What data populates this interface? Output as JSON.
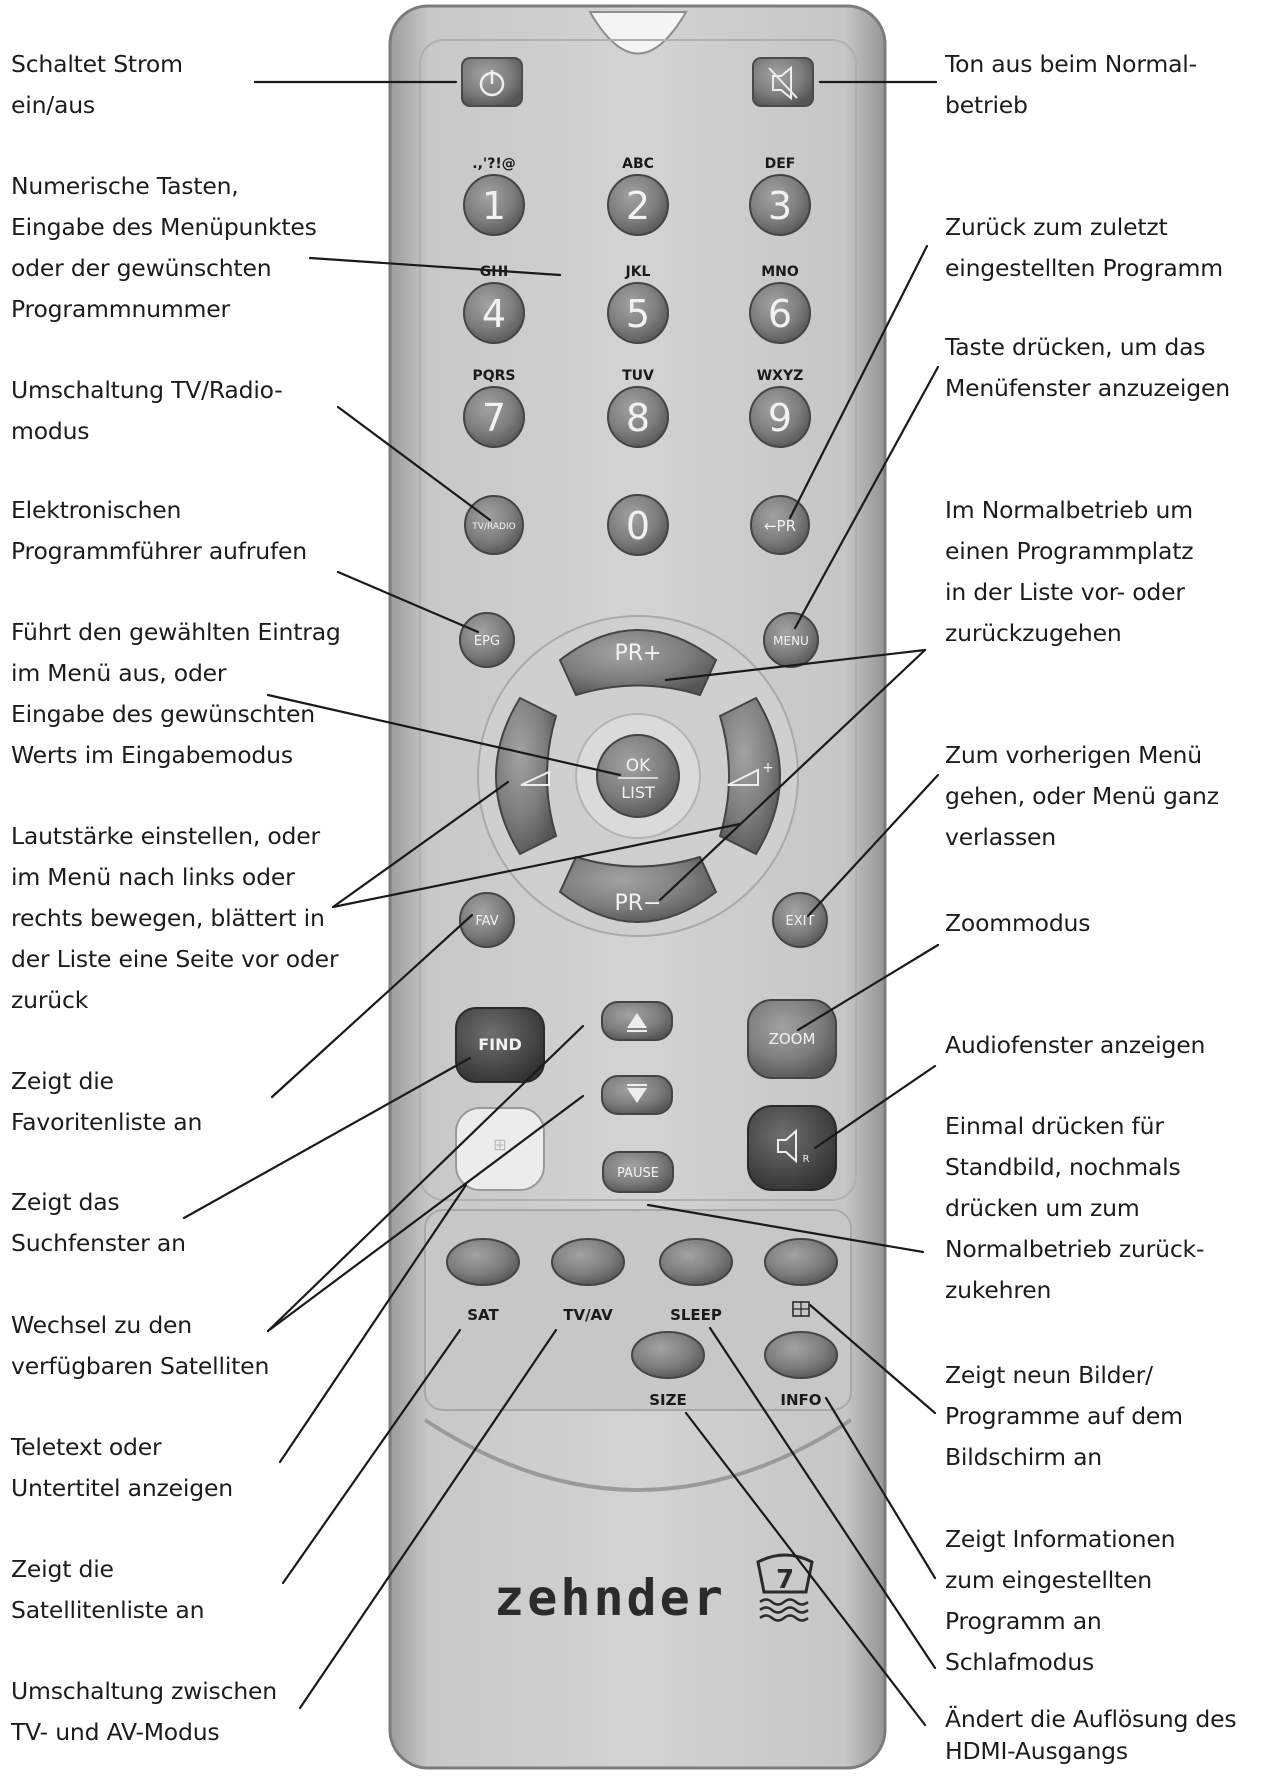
{
  "callouts_right": [
    {
      "id": "mute",
      "text": "Ton aus beim Normal-\nbetrieb"
    },
    {
      "id": "recall",
      "text": "Zurück zum zuletzt\neingestellten Programm"
    },
    {
      "id": "menu",
      "text": "Taste drücken, um das\nMenüfenster anzuzeigen"
    },
    {
      "id": "pr",
      "text": "Im Normalbetrieb um\neinen Programmplatz\nin der Liste vor- oder\nzurückzugehen"
    },
    {
      "id": "exit",
      "text": "Zum vorherigen Menü\ngehen, oder Menü ganz\nverlassen"
    },
    {
      "id": "zoom",
      "text": "Zoommodus"
    },
    {
      "id": "audio",
      "text": "Audiofenster anzeigen"
    },
    {
      "id": "pause",
      "text": "Einmal drücken für\nStandbild, nochmals\ndrücken um zum\nNormalbetrieb zurück-\nzukehren"
    },
    {
      "id": "ninepic",
      "text": "Zeigt neun Bilder/\nProgramme auf dem\nBildschirm an"
    },
    {
      "id": "info",
      "text": "Zeigt Informationen\nzum eingestellten\nProgramm an"
    },
    {
      "id": "sleep",
      "text": "Schlafmodus"
    },
    {
      "id": "size",
      "text": "Ändert die Auflösung des\nHDMI-Ausgangs"
    }
  ],
  "callouts_left": [
    {
      "id": "power",
      "text": "Schaltet Strom\nein/aus"
    },
    {
      "id": "numeric",
      "text": "Numerische Tasten,\nEingabe des Menüpunktes\noder der gewünschten\nProgrammnummer"
    },
    {
      "id": "tvradio",
      "text": "Umschaltung TV/Radio-\nmodus"
    },
    {
      "id": "epg",
      "text": "Elektronischen\nProgrammführer aufrufen"
    },
    {
      "id": "ok",
      "text": "Führt den gewählten Eintrag\nim Menü aus, oder\nEingabe des gewünschten\nWerts im Eingabemodus"
    },
    {
      "id": "volume",
      "text": "Lautstärke einstellen, oder\nim Menü nach links oder\nrechts bewegen, blättert in\nder Liste eine Seite vor oder\nzurück"
    },
    {
      "id": "fav",
      "text": "Zeigt die\nFavoritenliste an"
    },
    {
      "id": "find",
      "text": "Zeigt das\nSuchfenster an"
    },
    {
      "id": "satswitch",
      "text": "Wechsel zu den\nverfügbaren Satelliten"
    },
    {
      "id": "teletext",
      "text": "Teletext oder\nUntertitel anzeigen"
    },
    {
      "id": "satlist",
      "text": "Zeigt die\nSatellitenliste an"
    },
    {
      "id": "tvav",
      "text": "Umschaltung zwischen\nTV- und AV-Modus"
    }
  ],
  "remote": {
    "keypad_letters": [
      ".,'?!@",
      "ABC",
      "DEF",
      "GHI",
      "JKL",
      "MNO",
      "PQRS",
      "TUV",
      "WXYZ"
    ],
    "digits": [
      "1",
      "2",
      "3",
      "4",
      "5",
      "6",
      "7",
      "8",
      "9",
      "0"
    ],
    "button_labels": {
      "tvradio": "TV/RADIO",
      "recall": "←PR",
      "epg": "EPG",
      "menu": "MENU",
      "pr_up": "PR+",
      "pr_down": "PR−",
      "ok_top": "OK",
      "ok_bottom": "LIST",
      "fav": "FAV",
      "exit": "EXIT",
      "find": "FIND",
      "zoom": "ZOOM",
      "pause": "PAUSE"
    },
    "function_labels": [
      "SAT",
      "TV/AV",
      "SLEEP",
      "SIZE",
      "INFO"
    ],
    "brand": "zehnder",
    "colors": {
      "body": "#bdbdbd",
      "button": "#7b7b7b",
      "dark_button": "#4a4a4a"
    }
  }
}
